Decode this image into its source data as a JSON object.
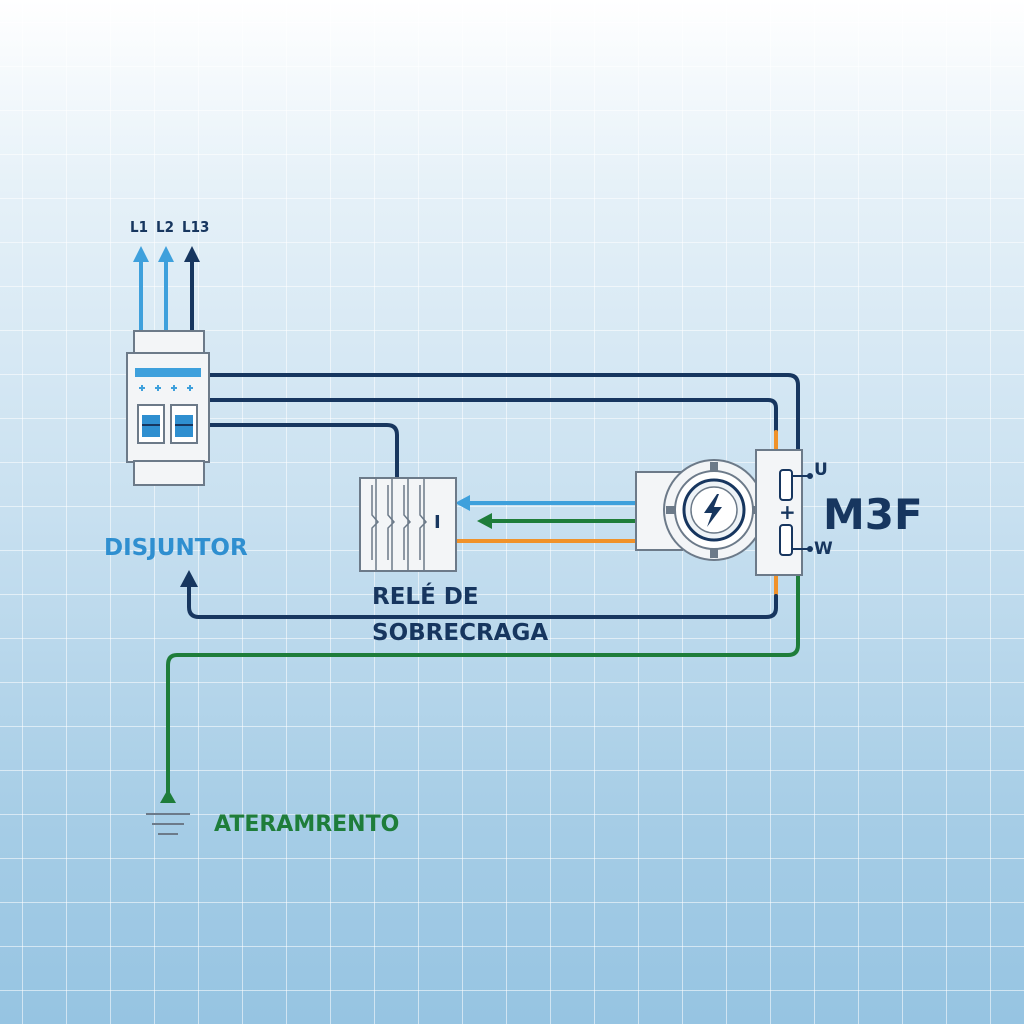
{
  "phases": [
    "L1",
    "L2",
    "L13"
  ],
  "labels": {
    "breaker": "DISJUNTOR",
    "relay_line1": "RELÉ DE",
    "relay_line2": "SOBRECRAGA",
    "motor": "M3F",
    "terminal_u": "U",
    "terminal_w": "W",
    "terminal_plus": "+",
    "relay_symbol": "I",
    "ground": "ATERAMRENTO"
  },
  "colors": {
    "navy": "#17365f",
    "light_blue": "#3ea0dc",
    "green": "#1e7d3a",
    "orange": "#f0922a",
    "label_blue": "#2f8fd0",
    "device_fill": "#f3f5f7",
    "device_stroke": "#6c7a89"
  },
  "icons": [
    "lightning-icon",
    "ground-icon"
  ]
}
